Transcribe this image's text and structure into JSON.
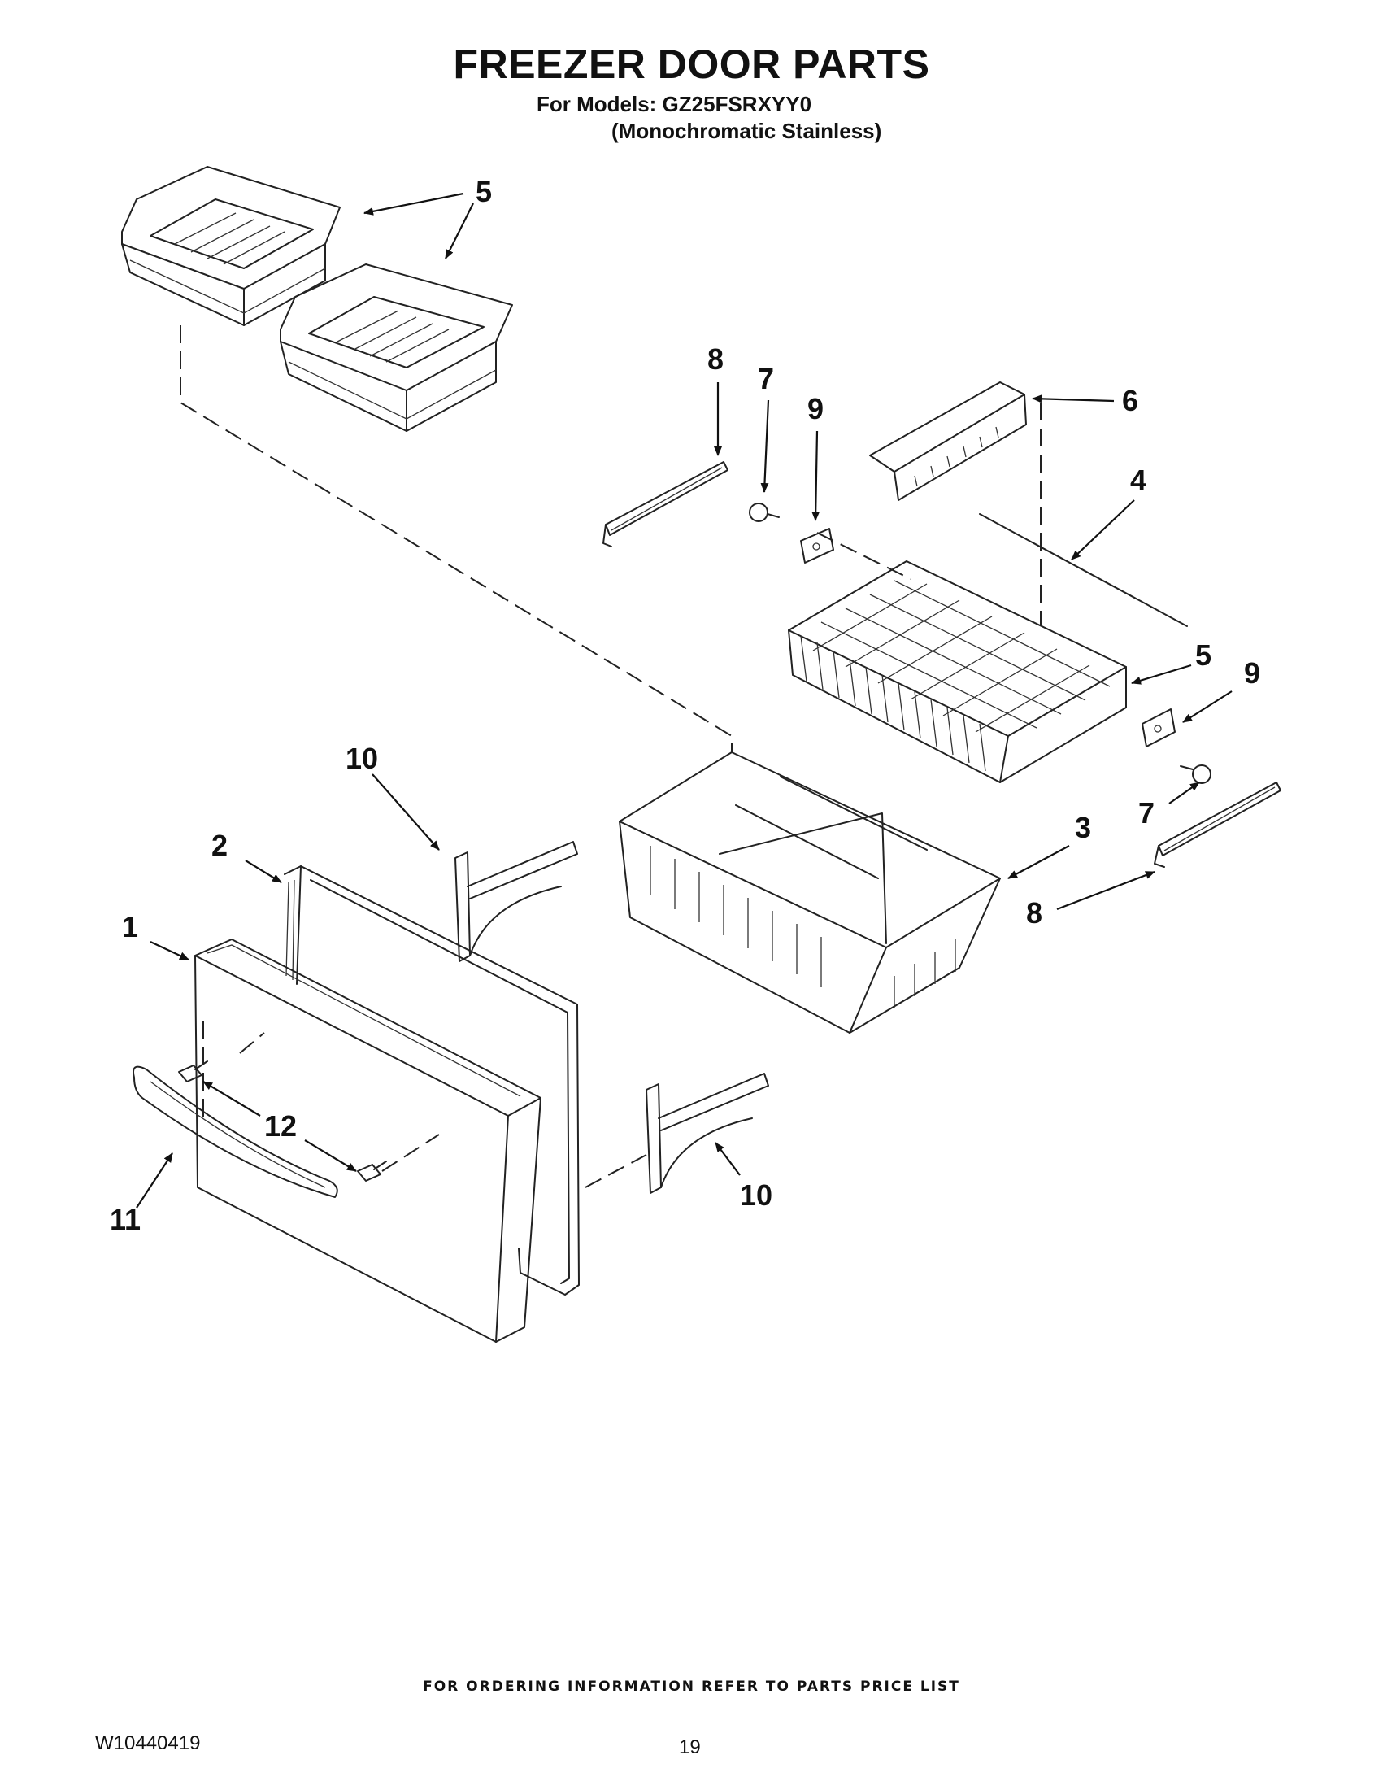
{
  "header": {
    "title": "FREEZER DOOR PARTS",
    "models_line": "For Models: GZ25FSRXYY0",
    "variant_line": "(Monochromatic Stainless)"
  },
  "callouts": {
    "c5_top": "5",
    "c8_top": "8",
    "c7_top": "7",
    "c9_top": "9",
    "c6": "6",
    "c4": "4",
    "c5_right": "5",
    "c9_right": "9",
    "c10_top": "10",
    "c3": "3",
    "c7_right": "7",
    "c2": "2",
    "c8_right": "8",
    "c1": "1",
    "c12": "12",
    "c11": "11",
    "c10_bottom": "10"
  },
  "footer": {
    "ordering_note": "FOR ORDERING INFORMATION REFER TO PARTS PRICE LIST",
    "document_number": "W10440419",
    "page_number": "19"
  }
}
